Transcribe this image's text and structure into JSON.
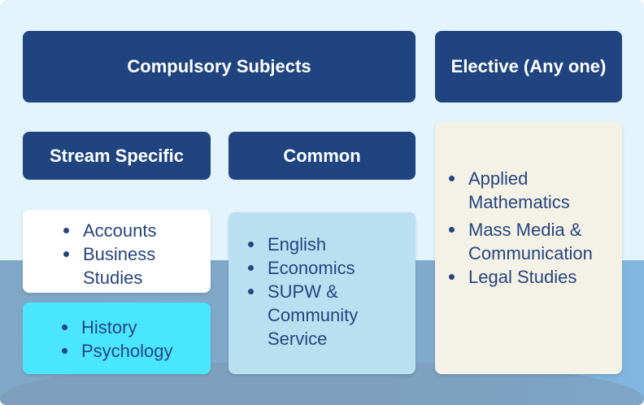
{
  "headers": {
    "compulsory": "Compulsory Subjects",
    "elective": "Elective (Any one)",
    "stream_specific": "Stream Specific",
    "common": "Common"
  },
  "stream_specific_group1": [
    "Accounts",
    "Business Studies"
  ],
  "stream_specific_group2": [
    "History",
    "Psychology"
  ],
  "common_subjects": [
    "English",
    "Economics",
    "SUPW & Community Service"
  ],
  "elective_subjects": [
    "Applied Mathematics",
    "Mass Media & Communication",
    "Legal Studies"
  ],
  "colors": {
    "header": "#1f447f",
    "text": "#26457f",
    "group2": "#4ae6fd",
    "common": "#b9dff1",
    "elective": "#f4f1e6"
  }
}
